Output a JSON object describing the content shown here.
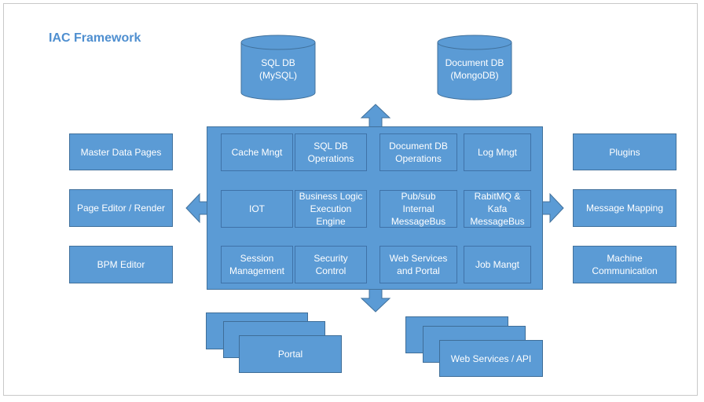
{
  "title": "IAC Framework",
  "databases": [
    {
      "label": "SQL DB\n(MySQL)"
    },
    {
      "label": "Document DB\n(MongoDB)"
    }
  ],
  "left_boxes": [
    {
      "label": "Master Data Pages"
    },
    {
      "label": "Page Editor / Render"
    },
    {
      "label": "BPM Editor"
    }
  ],
  "right_boxes": [
    {
      "label": "Plugins"
    },
    {
      "label": "Message Mapping"
    },
    {
      "label": "Machine\nCommunication"
    }
  ],
  "core_modules": [
    {
      "label": "Cache Mngt"
    },
    {
      "label": "SQL DB\nOperations"
    },
    {
      "label": "Document DB\nOperations"
    },
    {
      "label": "Log Mngt"
    },
    {
      "label": "IOT"
    },
    {
      "label": "Business Logic\nExecution\nEngine"
    },
    {
      "label": "Pub/sub\nInternal\nMessageBus"
    },
    {
      "label": "RabitMQ &\nKafa\nMessageBus"
    },
    {
      "label": "Session\nManagement"
    },
    {
      "label": "Security\nControl"
    },
    {
      "label": "Web Services\nand Portal"
    },
    {
      "label": "Job Mangt"
    }
  ],
  "stacks": [
    {
      "label": "Portal"
    },
    {
      "label": "Web Services / API"
    }
  ],
  "colors": {
    "fill": "#5b9bd5",
    "border": "#41719c",
    "title": "#4f8fd0"
  }
}
